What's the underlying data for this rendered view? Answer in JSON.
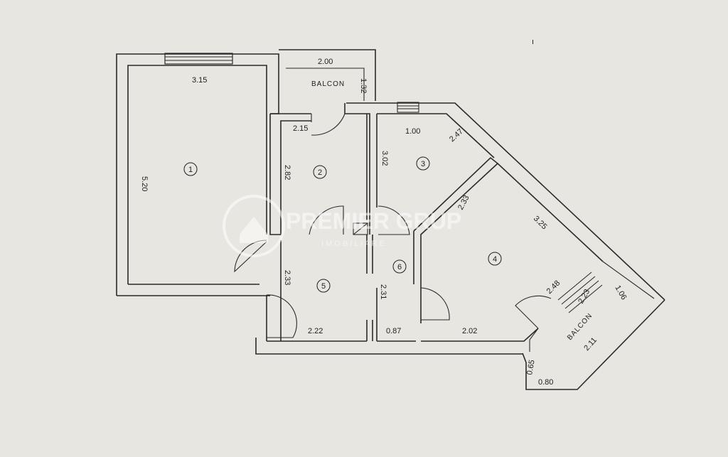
{
  "dimensions": {
    "d_3_15": "3.15",
    "d_5_20": "5.20",
    "d_2_00": "2.00",
    "d_1_32": "1.32",
    "d_2_15": "2.15",
    "d_2_82": "2.82",
    "d_1_00": "1.00",
    "d_2_47": "2.47",
    "d_3_02": "3.02",
    "d_2_33a": "2.33",
    "d_3_25": "3.25",
    "d_2_33b": "2.33",
    "d_2_31": "2.31",
    "d_2_22": "2.22",
    "d_0_87": "0.87",
    "d_2_02": "2.02",
    "d_2_48": "2.48",
    "d_2_23": "2.23",
    "d_1_06": "1.06",
    "d_2_11": "2.11",
    "d_0_65": "0.65",
    "d_0_80": "0.80"
  },
  "labels": {
    "balcon_top": "BALCON",
    "balcon_right": "BALCON",
    "corner_mark": "ı"
  },
  "rooms": [
    "1",
    "2",
    "3",
    "4",
    "5",
    "6"
  ],
  "watermark": {
    "line1": "PREMIER GRUP",
    "line2": "I M O B I L I A R E"
  }
}
